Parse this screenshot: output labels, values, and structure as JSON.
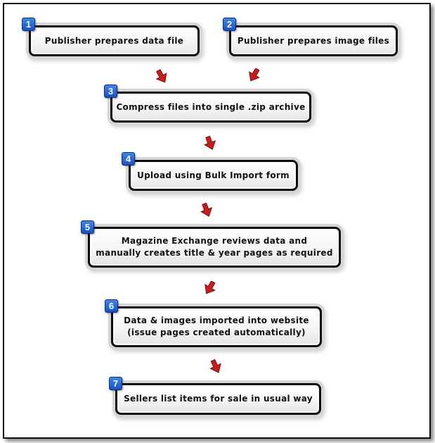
{
  "steps": [
    {
      "number": "1",
      "lines": [
        "Publisher prepares data file"
      ]
    },
    {
      "number": "2",
      "lines": [
        "Publisher prepares image files"
      ]
    },
    {
      "number": "3",
      "lines": [
        "Compress files into single .zip archive"
      ]
    },
    {
      "number": "4",
      "lines": [
        "Upload using Bulk Import form"
      ]
    },
    {
      "number": "5",
      "lines": [
        "Magazine Exchange reviews data and",
        "manually creates title & year pages as required"
      ]
    },
    {
      "number": "6",
      "lines": [
        "Data & images imported into website",
        "(issue pages created automatically)"
      ]
    },
    {
      "number": "7",
      "lines": [
        "Sellers list items for sale in usual way"
      ]
    }
  ],
  "colors": {
    "badge": "#2a6fe0",
    "arrow": "#d11a1a"
  },
  "icons": {
    "arrow": "red-down-arrow-icon"
  }
}
